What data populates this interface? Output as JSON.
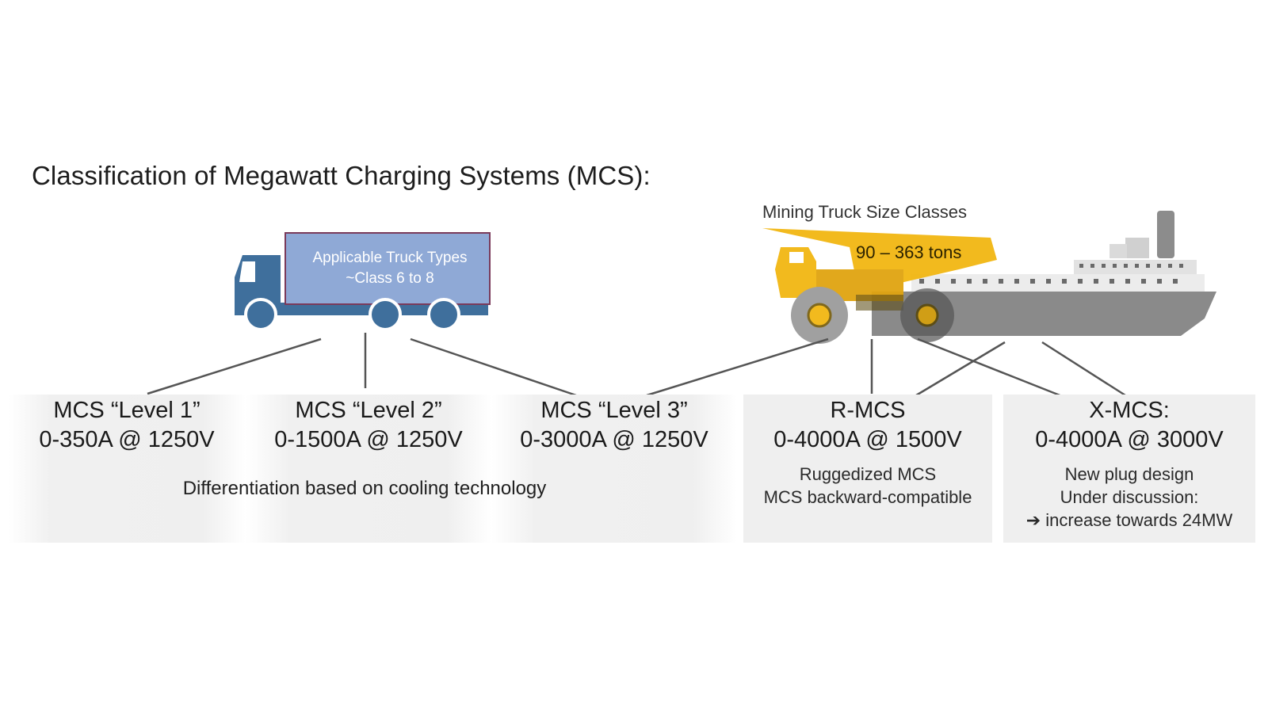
{
  "title": "Classification of Megawatt Charging Systems (MCS):",
  "truck": {
    "label_line1": "Applicable Truck Types",
    "label_line2": "~Class 6 to 8"
  },
  "mining": {
    "caption": "Mining Truck Size Classes",
    "tons": "90 – 363 tons"
  },
  "levels": [
    {
      "name": "MCS “Level 1”",
      "spec": "0-350A @ 1250V"
    },
    {
      "name": "MCS “Level 2”",
      "spec": "0-1500A @ 1250V"
    },
    {
      "name": "MCS “Level 3”",
      "spec": "0-3000A @ 1250V"
    },
    {
      "name": "R-MCS",
      "spec": "0-4000A @ 1500V",
      "note_line1": "Ruggedized MCS",
      "note_line2": "MCS backward-compatible"
    },
    {
      "name": "X-MCS:",
      "spec": "0-4000A @ 3000V",
      "note_line1": "New plug design",
      "note_line2": "Under discussion:",
      "note_line3": "➔ increase towards 24MW"
    }
  ],
  "shared_note": "Differentiation based on cooling technology",
  "colors": {
    "truck_blue": "#3f6f9c",
    "truck_box": "#8fa9d6",
    "mining_yellow": "#f2b712",
    "ship_gray": "#8a8a8a",
    "box_gray": "#efefef",
    "line_gray": "#555555"
  }
}
